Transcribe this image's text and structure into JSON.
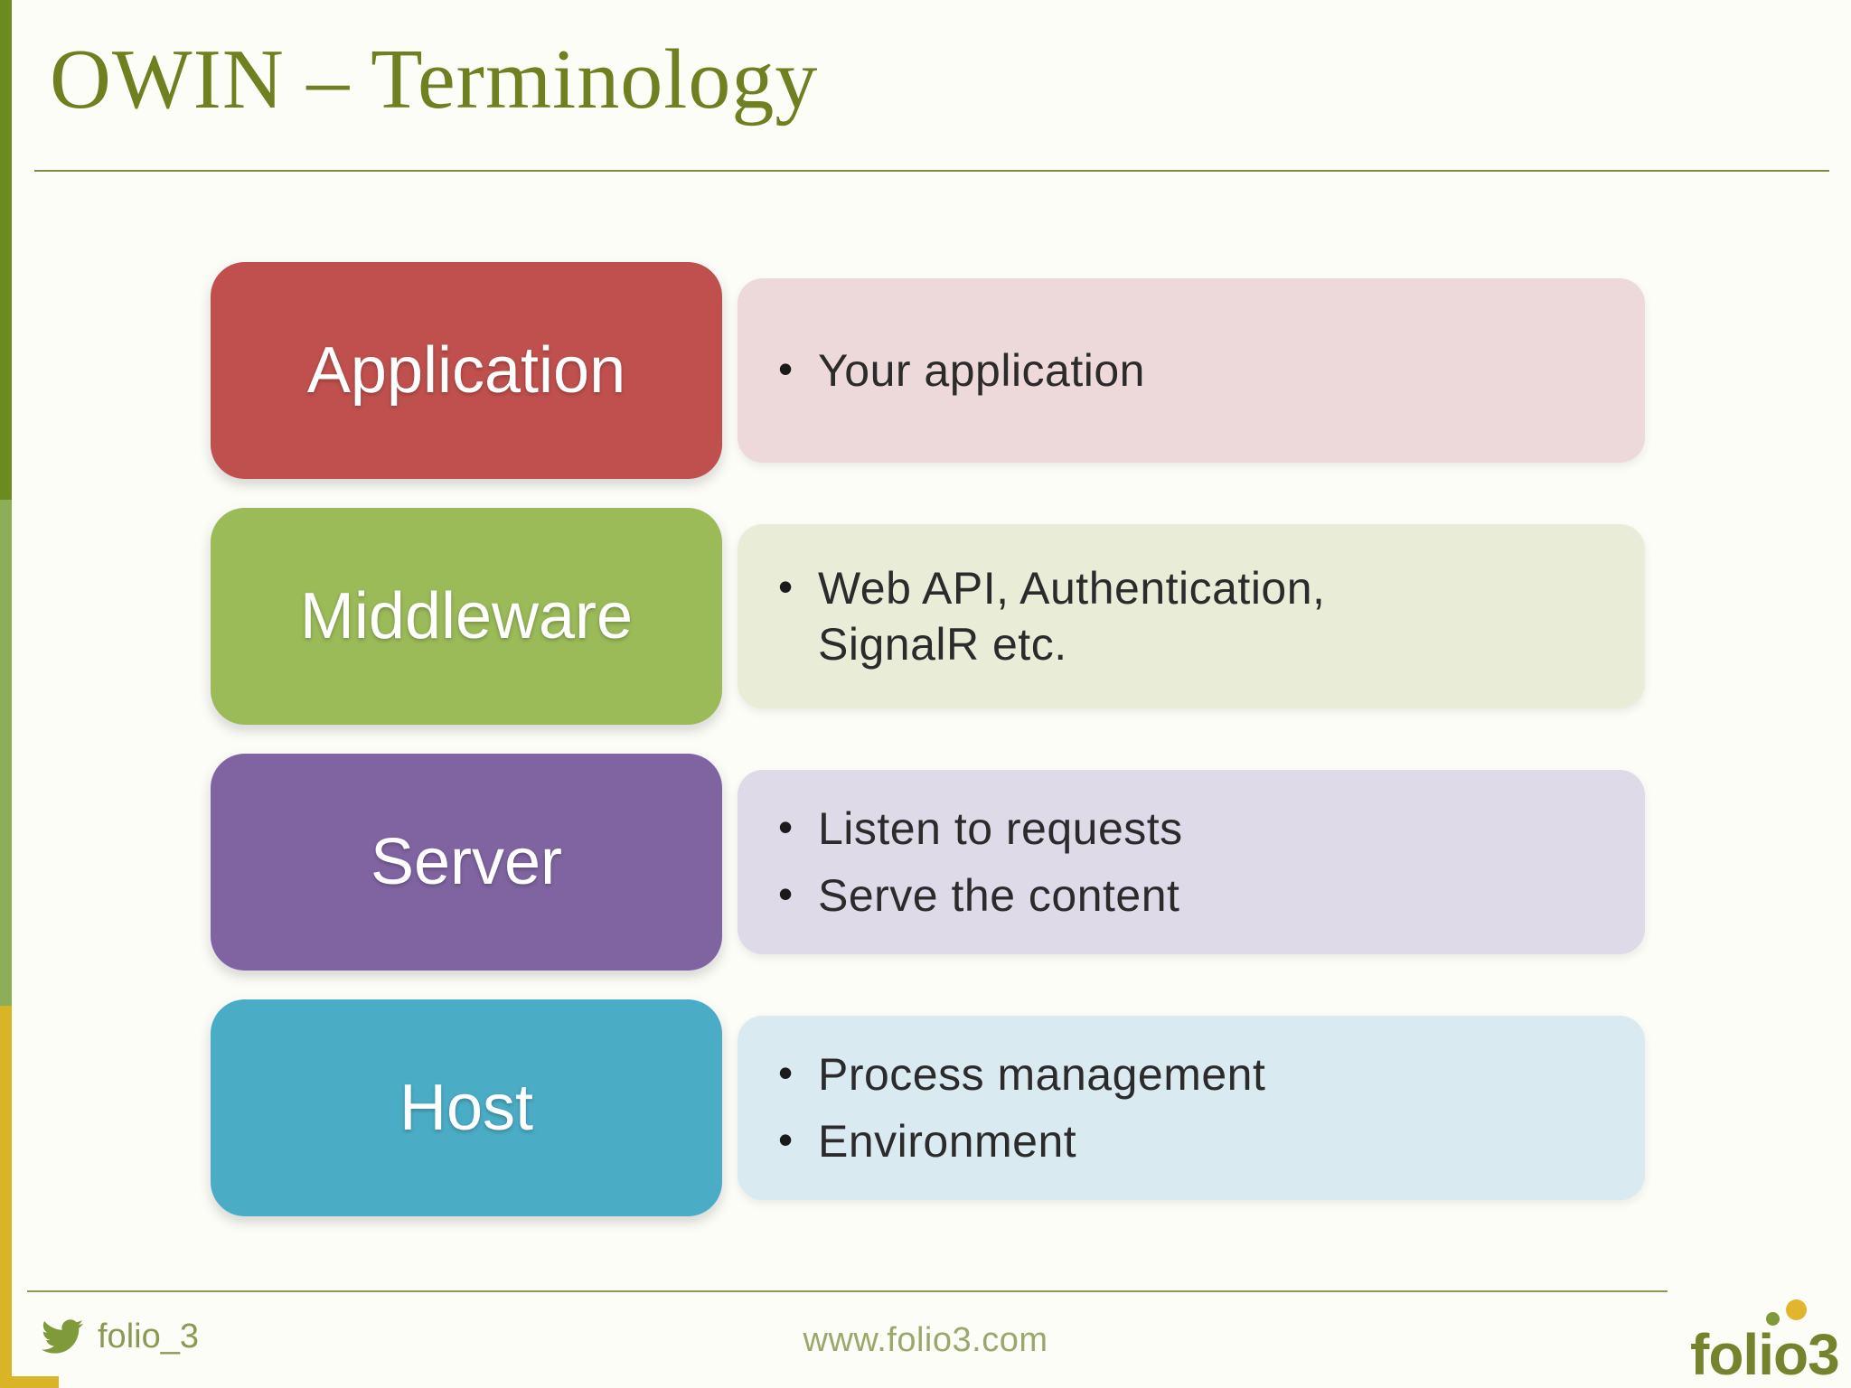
{
  "ui": {
    "bullet_char": "•"
  },
  "slide": {
    "title": "OWIN – Terminology",
    "colors": {
      "title": "#6e801f",
      "rule": "#7d8c44",
      "background": "#fdfdf8",
      "bar_top": "#6b8b21",
      "bar_mid": "#8dae59",
      "bar_bottom": "#d9b427"
    }
  },
  "rows": [
    {
      "label": "Application",
      "box_color": "#c0504d",
      "desc_color": "#eed9da",
      "bullets": [
        "Your application"
      ]
    },
    {
      "label": "Middleware",
      "box_color": "#9bbb59",
      "desc_color": "#e9edd8",
      "bullets": [
        "Web API, Authentication, SignalR etc."
      ]
    },
    {
      "label": "Server",
      "box_color": "#8064a2",
      "desc_color": "#dfdae8",
      "bullets": [
        "Listen to requests",
        "Serve the content"
      ]
    },
    {
      "label": "Host",
      "box_color": "#4bacc6",
      "desc_color": "#d9eaf0",
      "bullets": [
        "Process management",
        "Environment"
      ]
    }
  ],
  "footer": {
    "twitter_handle": "folio_3",
    "website": "www.folio3.com",
    "logo_text": "folio3",
    "colors": {
      "rule": "#8a9a56",
      "handle": "#8a9a55",
      "website": "#9aa86d",
      "logo": "#75842c",
      "dot_green": "#7f9a3a",
      "dot_gold": "#e3b52e",
      "icon": "#7f9a3a"
    }
  }
}
